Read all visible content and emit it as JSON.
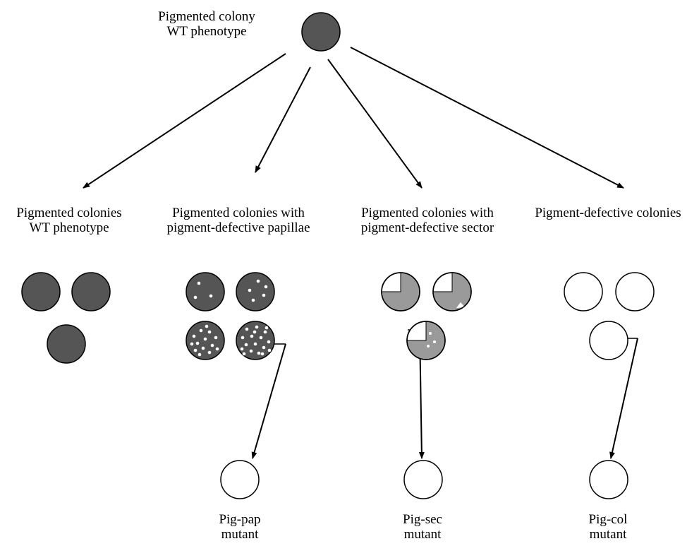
{
  "colors": {
    "pigment_dark": "#555555",
    "pigment_medium": "#9a9a9a",
    "defective_white": "#ffffff",
    "stroke": "#000000"
  },
  "root": {
    "label_line1": "Pigmented colony",
    "label_line2": "WT phenotype",
    "colony": "pigmented"
  },
  "branches": [
    {
      "label_line1": "Pigmented colonies",
      "label_line2": "WT phenotype",
      "colonies": [
        "pigmented",
        "pigmented",
        "pigmented"
      ]
    },
    {
      "label_line1": "Pigmented colonies with",
      "label_line2": "pigment-defective papillae",
      "colonies": [
        "papillae-few",
        "papillae-few",
        "papillae-many",
        "papillae-many"
      ],
      "mutant_line1": "Pig-pap",
      "mutant_line2": "mutant"
    },
    {
      "label_line1": "Pigmented colonies with",
      "label_line2": "pigment-defective sector",
      "colonies": [
        "sectored",
        "sectored",
        "sectored"
      ],
      "mutant_line1": "Pig-sec",
      "mutant_line2": "mutant"
    },
    {
      "label_line1": "Pigment-defective colonies",
      "label_line2": "",
      "colonies": [
        "defective",
        "defective",
        "defective"
      ],
      "mutant_line1": "Pig-col",
      "mutant_line2": "mutant"
    }
  ]
}
